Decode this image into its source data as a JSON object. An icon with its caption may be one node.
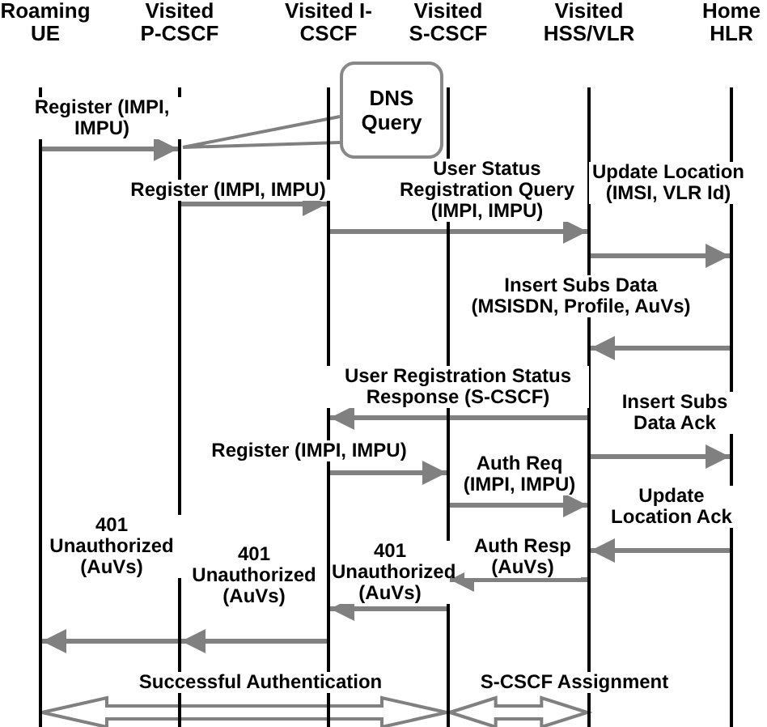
{
  "diagram": {
    "nodes": [
      {
        "text": [
          "Roaming UE"
        ]
      },
      {
        "text": [
          "Visited P-CSCF"
        ]
      },
      {
        "text": [
          "Visited I-CSCF"
        ]
      },
      {
        "text": [
          "Visited S-CSCF"
        ]
      },
      {
        "text": [
          "Visited HSS/VLR"
        ]
      },
      {
        "text": [
          "Home HLR"
        ]
      },
      {
        "text": [
          "DNS Query"
        ]
      }
    ],
    "edges": [
      {
        "from": 0,
        "to": 1,
        "arrow": "to",
        "label": "Register (IMPI, IMPU)"
      },
      {
        "from": 6,
        "to": 1,
        "arrow": "none"
      },
      {
        "from": 1,
        "to": 2,
        "arrow": "to",
        "label": "Register (IMPI, IMPU)"
      },
      {
        "from": 2,
        "to": 4,
        "arrow": "to",
        "label": "User Status Registration Query (IMPI, IMPU)"
      },
      {
        "from": 4,
        "to": 5,
        "arrow": "to",
        "label": "Update Location (IMSI, VLR Id)"
      },
      {
        "from": 5,
        "to": 4,
        "arrow": "to",
        "label": "Insert Subs Data (MSISDN, Profile, AuVs)"
      },
      {
        "from": 4,
        "to": 2,
        "arrow": "to",
        "label": "User Registration Status Response (S-CSCF)"
      },
      {
        "from": 4,
        "to": 5,
        "arrow": "to",
        "label": "Insert Subs Data Ack"
      },
      {
        "from": 2,
        "to": 3,
        "arrow": "to",
        "label": "Register (IMPI, IMPU)"
      },
      {
        "from": 3,
        "to": 4,
        "arrow": "to",
        "label": "Auth Req (IMPI, IMPU)"
      },
      {
        "from": 5,
        "to": 4,
        "arrow": "to",
        "label": "Update Location Ack"
      },
      {
        "from": 4,
        "to": 3,
        "arrow": "to",
        "label": "Auth Resp (AuVs)"
      },
      {
        "from": 3,
        "to": 2,
        "arrow": "to",
        "label": "401 Unauthorized (AuVs)"
      },
      {
        "from": 2,
        "to": 1,
        "arrow": "to",
        "label": "401 Unauthorized (AuVs)"
      },
      {
        "from": 1,
        "to": 0,
        "arrow": "to",
        "label": "401 Unauthorized (AuVs)"
      },
      {
        "from": 0,
        "to": 3,
        "arrow": "both",
        "label": "Successful Authentication",
        "style": "thick"
      },
      {
        "from": 3,
        "to": 4,
        "arrow": "both",
        "label": "S-CSCF Assignment",
        "style": "thick"
      }
    ]
  }
}
